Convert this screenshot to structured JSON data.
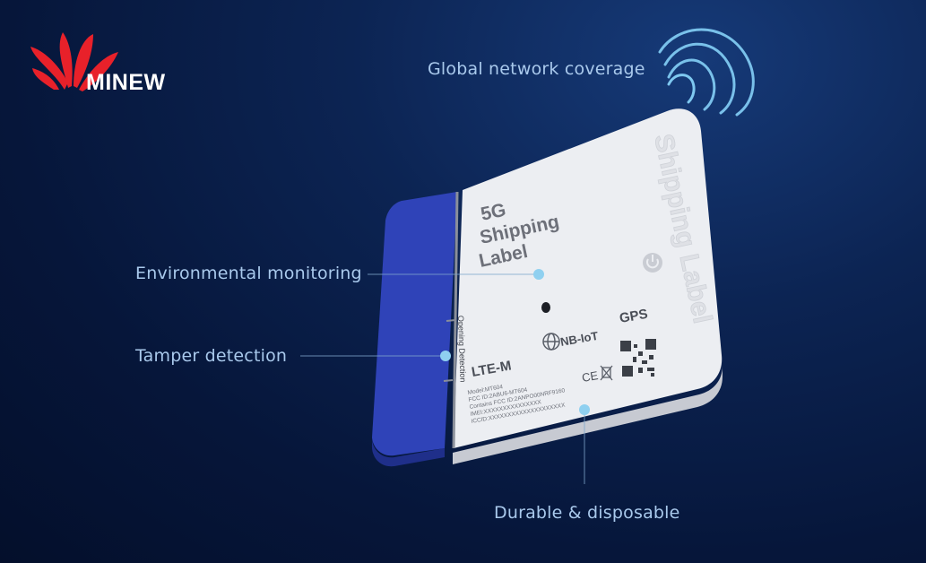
{
  "brand": {
    "name": "MINEW",
    "logo_color": "#e8212a"
  },
  "features": {
    "network": "Global network coverage",
    "environment": "Environmental monitoring",
    "tamper": "Tamper detection",
    "durable": "Durable & disposable"
  },
  "device": {
    "title_line1": "5G",
    "title_line2": "Shipping",
    "title_line3": "Label",
    "side_text": "Shipping Label",
    "strip_text": "Opening Detection",
    "badge_lte": "LTE-M",
    "badge_nbiot": "NB-IoT",
    "badge_gps": "GPS",
    "cert_ce": "CE",
    "info_lines": [
      "Model:MT604",
      "FCC ID:2ABU6-MT604",
      "Contains FCC ID:2ANPO00NRF9160",
      "IMEI:XXXXXXXXXXXXXXX",
      "ICCID:XXXXXXXXXXXXXXXXXXXX"
    ],
    "icons": [
      "power-icon",
      "globe-icon",
      "qr-code-icon",
      "wifi-signal-icon",
      "recycle-bin-icon"
    ]
  },
  "colors": {
    "accent_blue": "#2f43b8",
    "label_text": "#a9c9ec",
    "dot": "#8fd0f0",
    "signal": "#7ec8f0"
  }
}
